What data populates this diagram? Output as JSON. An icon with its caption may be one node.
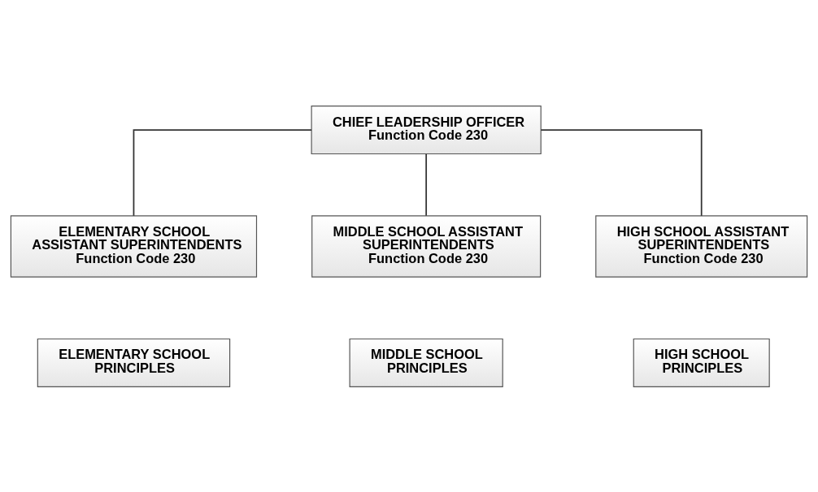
{
  "diagram": {
    "nodes": [
      {
        "text": [
          "CHIEF LEADERSHIP OFFICER",
          "Function Code 230"
        ]
      },
      {
        "text": [
          "ELEMENTARY SCHOOL ASSISTANT SUPERINTENDENTS",
          "Function Code 230"
        ]
      },
      {
        "text": [
          "MIDDLE SCHOOL ASSISTANT SUPERINTENDENTS",
          "Function Code 230"
        ]
      },
      {
        "text": [
          "HIGH SCHOOL ASSISTANT SUPERINTENDENTS",
          "Function Code 230"
        ]
      },
      {
        "text": [
          "ELEMENTARY SCHOOL PRINCIPLES"
        ]
      },
      {
        "text": [
          "MIDDLE SCHOOL PRINCIPLES"
        ]
      },
      {
        "text": [
          "HIGH SCHOOL PRINCIPLES"
        ]
      }
    ],
    "edges": [
      {
        "from": 0,
        "to": 1,
        "arrow": "none"
      },
      {
        "from": 0,
        "to": 2,
        "arrow": "none"
      },
      {
        "from": 0,
        "to": 3,
        "arrow": "none"
      }
    ]
  }
}
